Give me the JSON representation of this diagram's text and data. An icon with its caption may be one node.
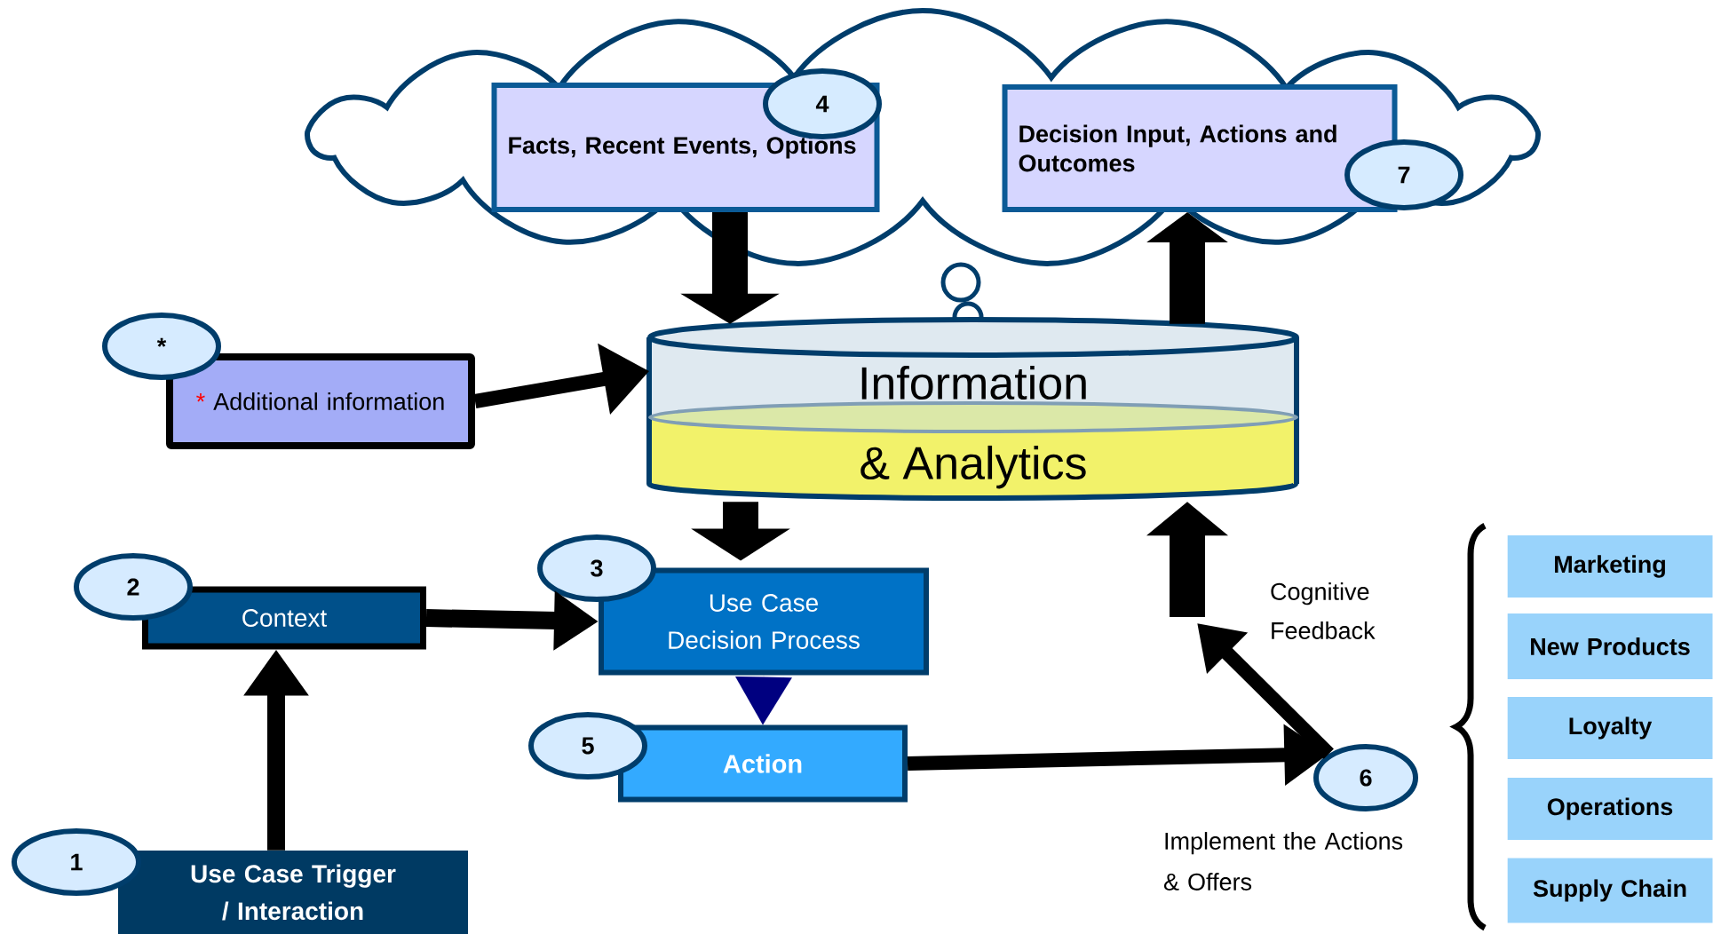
{
  "diagram": {
    "nodes": [
      {
        "text": [],
        "shape": "cloud"
      },
      {
        "text": [
          "Facts, Recent Events, Options"
        ],
        "in": 0
      },
      {
        "text": [
          "4"
        ],
        "in": 0
      },
      {
        "text": [
          "Decision Input, Actions and Outcomes"
        ],
        "in": 0
      },
      {
        "text": [
          "7"
        ],
        "in": 0
      },
      {
        "text": [
          "Information",
          "& Analytics"
        ]
      },
      {
        "text": [
          "*"
        ]
      },
      {
        "text": [
          "*",
          "Additional information"
        ]
      },
      {
        "text": [
          "2"
        ]
      },
      {
        "text": [
          "Context"
        ]
      },
      {
        "text": [
          "3"
        ]
      },
      {
        "text": [
          "Use Case Decision Process"
        ]
      },
      {
        "text": [
          "5"
        ]
      },
      {
        "text": [
          "Action"
        ]
      },
      {
        "text": [
          "1"
        ]
      },
      {
        "text": [
          "Use Case Trigger / Interaction"
        ]
      },
      {
        "text": [
          "6"
        ]
      },
      {
        "text": [
          "Marketing"
        ]
      },
      {
        "text": [
          "New Products"
        ]
      },
      {
        "text": [
          "Loyalty"
        ]
      },
      {
        "text": [
          "Operations"
        ]
      },
      {
        "text": [
          "Supply Chain"
        ]
      }
    ],
    "edges": [
      {
        "from": 1,
        "to": 5,
        "arrow": "to",
        "style": "thick"
      },
      {
        "from": 5,
        "to": 3,
        "arrow": "to",
        "style": "thick"
      },
      {
        "from": 7,
        "to": 5,
        "arrow": "to"
      },
      {
        "from": 5,
        "to": 11,
        "arrow": "to",
        "style": "thick"
      },
      {
        "from": 15,
        "to": 9,
        "arrow": "to"
      },
      {
        "from": 9,
        "to": 11,
        "arrow": "to"
      },
      {
        "from": 11,
        "to": 13,
        "arrow": "to",
        "color": "#000080"
      },
      {
        "from": 13,
        "to": 16,
        "arrow": "to"
      },
      {
        "from": null,
        "to": 5,
        "arrow": "to",
        "style": "thick"
      },
      {
        "from": 16,
        "to": null,
        "arrow": "to",
        "label": "Cognitive Feedback"
      }
    ],
    "labels": [
      "Implement the Actions & Offers"
    ]
  }
}
